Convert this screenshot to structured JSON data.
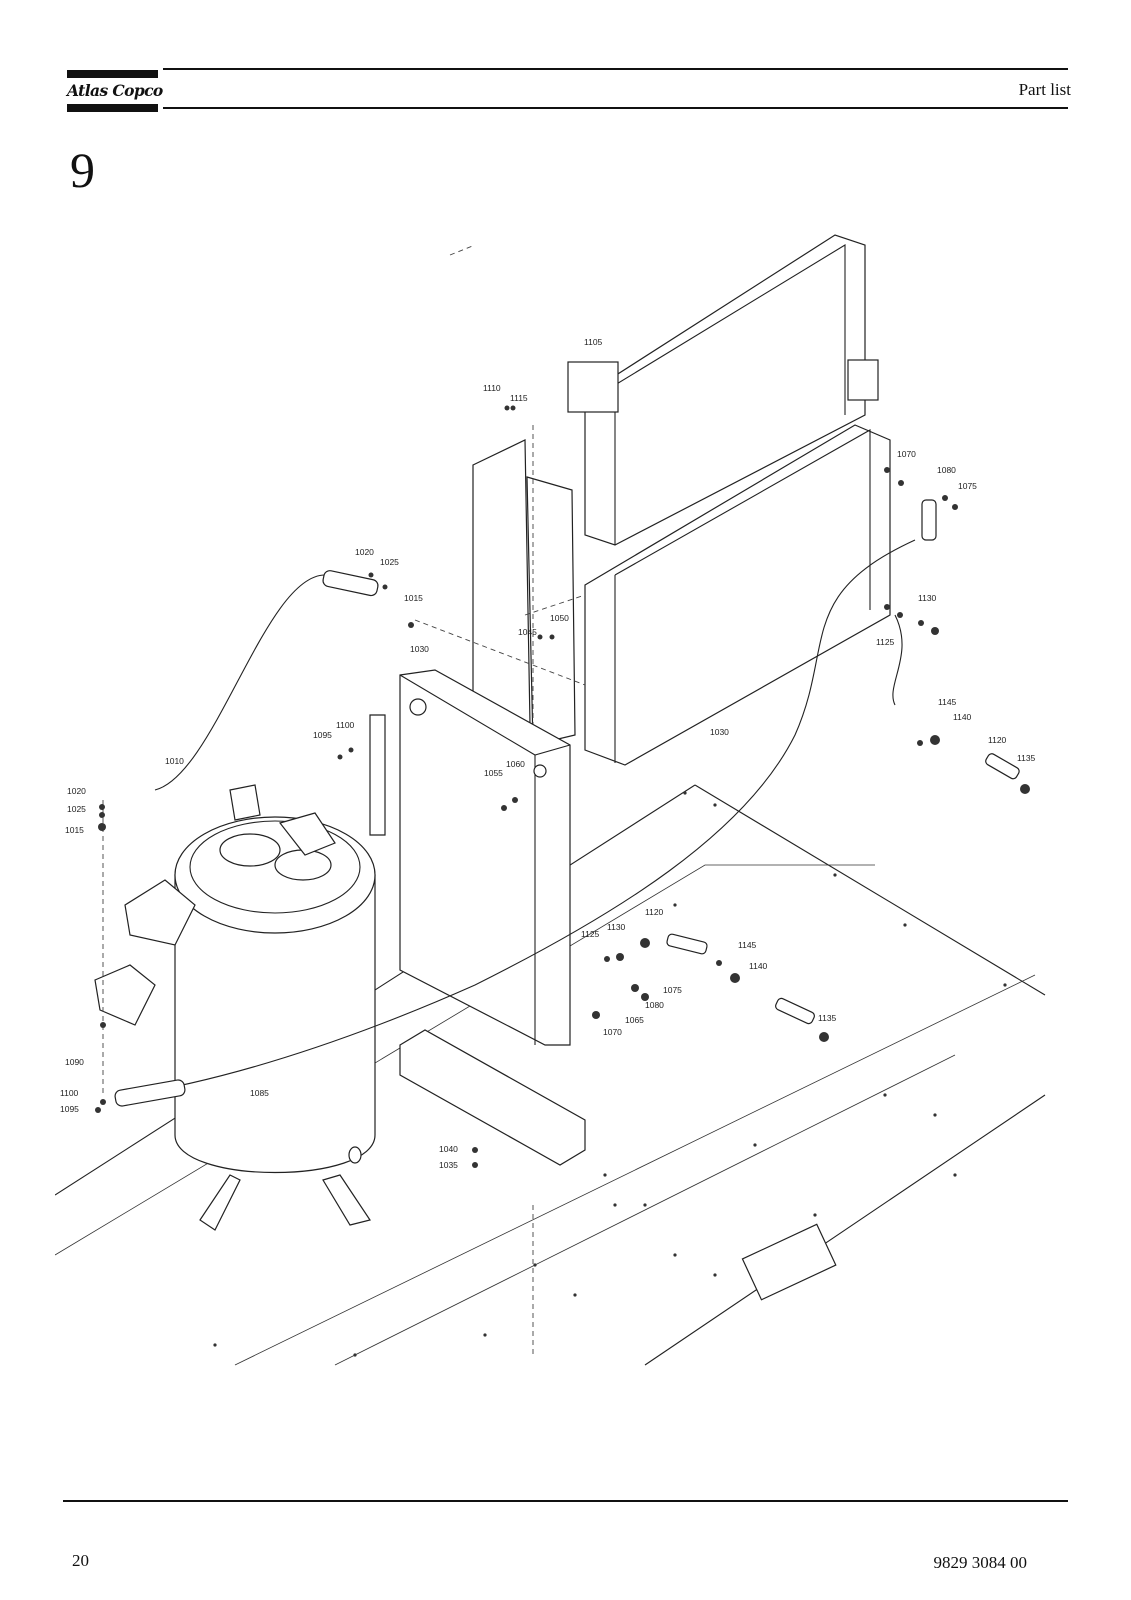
{
  "header": {
    "logo_text": "Atlas Copco",
    "title": "Part list"
  },
  "section": {
    "number": "9"
  },
  "diagram": {
    "part_labels": [
      "1105",
      "1110",
      "1115",
      "1070",
      "1080",
      "1075",
      "1020",
      "1025",
      "1015",
      "1045",
      "1050",
      "1030",
      "1130",
      "1125",
      "1145",
      "1140",
      "1030",
      "1120",
      "1135",
      "1095",
      "1100",
      "1010",
      "1060",
      "1055",
      "1020",
      "1025",
      "1015",
      "1120",
      "1125",
      "1130",
      "1145",
      "1140",
      "1075",
      "1080",
      "1065",
      "1070",
      "1135",
      "1090",
      "1100",
      "1095",
      "1085",
      "1040",
      "1035"
    ]
  },
  "footer": {
    "page_number": "20",
    "document_number": "9829 3084 00"
  }
}
